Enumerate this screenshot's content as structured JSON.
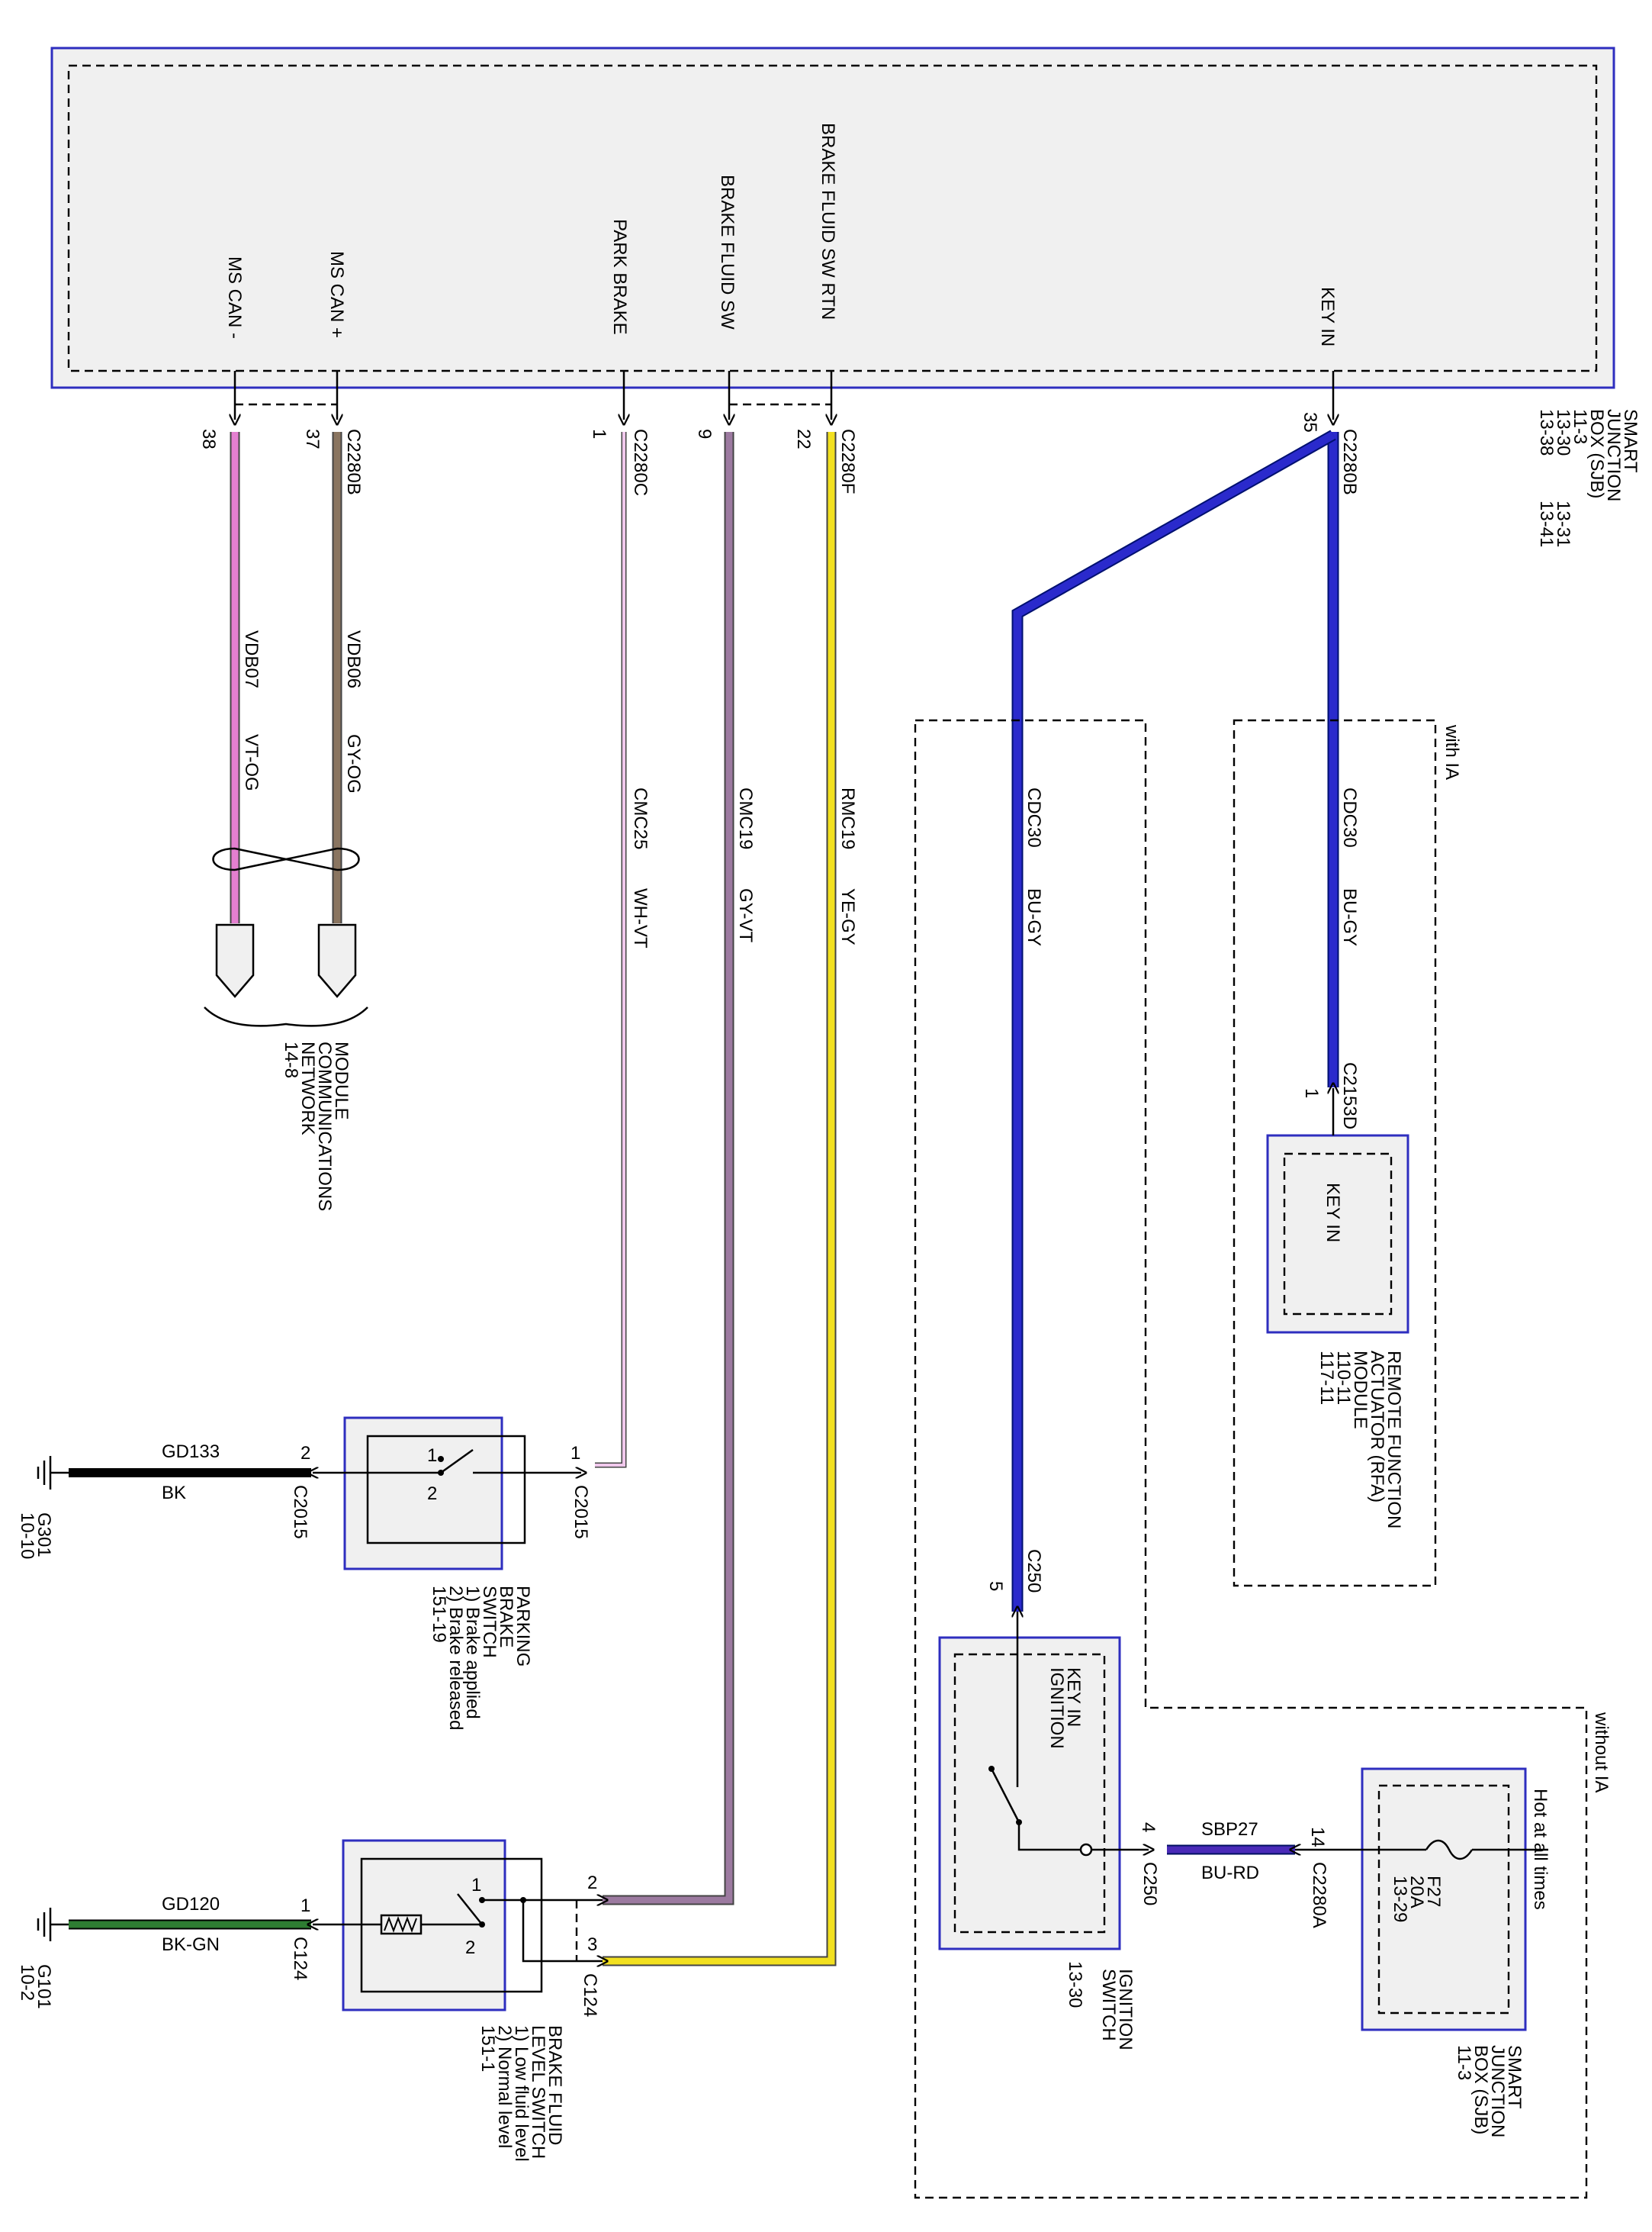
{
  "sjb_top": {
    "name_lines": [
      "SMART",
      "JUNCTION",
      "BOX (SJB)"
    ],
    "refs_col1": [
      "11-3",
      "13-30",
      "13-38"
    ],
    "refs_col2": [
      "",
      "13-31",
      "13-41"
    ],
    "pins": [
      {
        "label": "MS CAN -",
        "connector": "",
        "pin": "38"
      },
      {
        "label": "MS CAN +",
        "connector": "C2280B",
        "pin": "37"
      },
      {
        "label": "PARK BRAKE",
        "connector": "C2280C",
        "pin": "1"
      },
      {
        "label": "BRAKE FLUID SW",
        "connector": "",
        "pin": "9"
      },
      {
        "label": "BRAKE FLUID SW RTN",
        "connector": "C2280F",
        "pin": "22"
      },
      {
        "label": "KEY IN",
        "connector": "C2280B",
        "pin": "35"
      }
    ]
  },
  "wires": [
    {
      "circuit": "VDB07",
      "color": "VT-OG",
      "stroke": "#e47fd0"
    },
    {
      "circuit": "VDB06",
      "color": "GY-OG",
      "stroke": "#8a7560"
    },
    {
      "circuit": "CMC25",
      "color": "WH-VT",
      "stroke": "#f0c8ec"
    },
    {
      "circuit": "CMC19",
      "color": "GY-VT",
      "stroke": "#9c7aa0"
    },
    {
      "circuit": "RMC19",
      "color": "YE-GY",
      "stroke": "#f2e020"
    },
    {
      "circuit": "CDC30",
      "color": "BU-GY",
      "stroke": "#2a2acc"
    },
    {
      "circuit": "CDC30",
      "color": "BU-GY",
      "stroke": "#2a2acc"
    },
    {
      "circuit": "SBP27",
      "color": "BU-RD",
      "stroke": "#4a2ab8"
    },
    {
      "circuit": "GD133",
      "color": "BK",
      "stroke": "#000000"
    },
    {
      "circuit": "GD120",
      "color": "BK-GN",
      "stroke": "#2e7d32"
    }
  ],
  "mcn": {
    "name_lines": [
      "MODULE",
      "COMMUNICATIONS",
      "NETWORK"
    ],
    "ref": "14-8"
  },
  "options": {
    "with_ia": "with IA",
    "without_ia": "without IA"
  },
  "rfa": {
    "connector": "C2153D",
    "pin": "1",
    "label": "KEY IN",
    "name_lines": [
      "REMOTE FUNCTION",
      "ACTUATOR (RFA)",
      "MODULE"
    ],
    "refs": [
      "110-11",
      "117-11"
    ]
  },
  "pbs": {
    "pin_left": "2",
    "pin_right": "1",
    "conn_left": "C2015",
    "conn_right": "C2015",
    "contact_1": "1",
    "contact_2": "2",
    "name_lines": [
      "PARKING",
      "BRAKE",
      "SWITCH",
      "1) Brake applied",
      "2) Brake released",
      "151-19"
    ]
  },
  "bfls": {
    "pin_left": "1",
    "conn_left": "C124",
    "pin_a": "2",
    "pin_b": "3",
    "conn_right": "C124",
    "contact_1": "1",
    "contact_2": "2",
    "name_lines": [
      "BRAKE FLUID",
      "LEVEL SWITCH",
      "1) Low fluid level",
      "2) Normal level",
      "151-1"
    ]
  },
  "ign": {
    "connector_top": "C250",
    "pin_top": "5",
    "pin_right": "4",
    "connector_right": "C250",
    "label_lines": [
      "KEY IN",
      "IGNITION"
    ],
    "name_lines": [
      "IGNITION",
      "SWITCH"
    ],
    "ref": "13-30"
  },
  "sjb_bottom": {
    "hot": "Hot at all times",
    "fuse_lines": [
      "F27",
      "20A",
      "13-29"
    ],
    "pin": "14",
    "connector": "C2280A",
    "name_lines": [
      "SMART",
      "JUNCTION",
      "BOX (SJB)"
    ],
    "ref": "11-3"
  },
  "grounds": [
    {
      "name": "G301",
      "ref": "10-10"
    },
    {
      "name": "G101",
      "ref": "10-2"
    }
  ]
}
